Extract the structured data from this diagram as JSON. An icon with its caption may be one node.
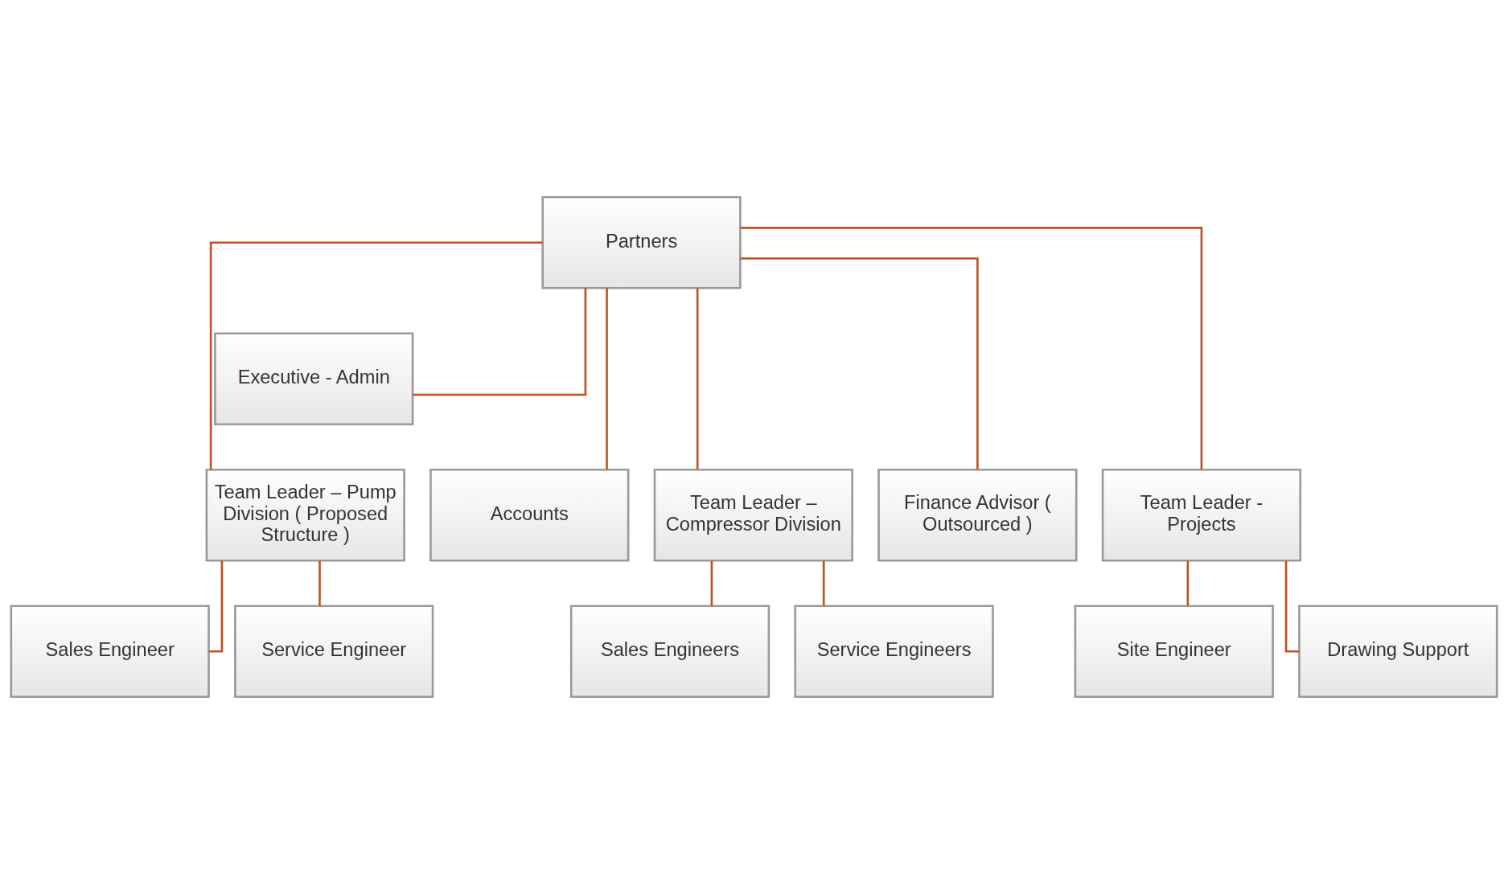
{
  "diagram": {
    "nodes": [
      {
        "text": [
          "Partners"
        ]
      },
      {
        "text": [
          "Executive - Admin"
        ]
      },
      {
        "text": [
          "Team Leader – Pump Division ( Proposed Structure )"
        ]
      },
      {
        "text": [
          "Accounts"
        ]
      },
      {
        "text": [
          "Team Leader – Compressor Division"
        ]
      },
      {
        "text": [
          "Finance Advisor ( Outsourced )"
        ]
      },
      {
        "text": [
          "Team Leader - Projects"
        ]
      },
      {
        "text": [
          "Sales Engineer"
        ]
      },
      {
        "text": [
          "Service Engineer"
        ]
      },
      {
        "text": [
          "Sales Engineers"
        ]
      },
      {
        "text": [
          "Service Engineers"
        ]
      },
      {
        "text": [
          "Site Engineer"
        ]
      },
      {
        "text": [
          "Drawing Support"
        ]
      }
    ],
    "edges": [
      {
        "from": 0,
        "to": 1,
        "arrow": "none"
      },
      {
        "from": 0,
        "to": 2,
        "arrow": "none"
      },
      {
        "from": 0,
        "to": 3,
        "arrow": "none"
      },
      {
        "from": 0,
        "to": 4,
        "arrow": "none"
      },
      {
        "from": 0,
        "to": 5,
        "arrow": "none"
      },
      {
        "from": 0,
        "to": 6,
        "arrow": "none"
      },
      {
        "from": 2,
        "to": 7,
        "arrow": "none"
      },
      {
        "from": 2,
        "to": 8,
        "arrow": "none"
      },
      {
        "from": 4,
        "to": 9,
        "arrow": "none"
      },
      {
        "from": 4,
        "to": 10,
        "arrow": "none"
      },
      {
        "from": 6,
        "to": 11,
        "arrow": "none"
      },
      {
        "from": 6,
        "to": 12,
        "arrow": "none"
      }
    ]
  }
}
